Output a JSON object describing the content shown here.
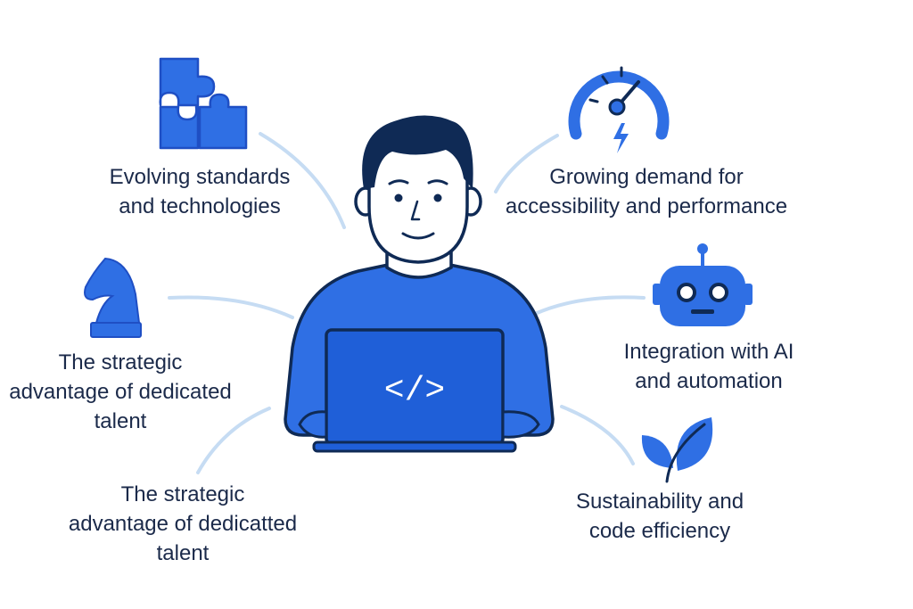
{
  "colors": {
    "accent": "#2f6fe4",
    "accent_dark": "#1f4fc4",
    "outline": "#0f2a55",
    "connector": "#c6dcf3",
    "text": "#1b2a4a"
  },
  "center": {
    "icon": "developer-with-laptop",
    "laptop_code": "</>"
  },
  "items": [
    {
      "icon": "puzzle-icon",
      "lines": [
        "Evolving standards",
        "and technologies"
      ]
    },
    {
      "icon": "speedometer-icon",
      "lines": [
        "Growing demand for",
        "accessibility and performance"
      ]
    },
    {
      "icon": "chess-knight-icon",
      "lines": [
        "The strategic",
        "advantage of dedicated",
        "talent"
      ]
    },
    {
      "icon": "robot-icon",
      "lines": [
        "Integration with AI",
        "and automation"
      ]
    },
    {
      "icon": "leaf-icon",
      "lines": [
        "Sustainability and",
        "code efficiency"
      ]
    },
    {
      "icon": "",
      "lines": [
        "The strategic",
        "advantage of dedicatted",
        "talent"
      ]
    }
  ]
}
